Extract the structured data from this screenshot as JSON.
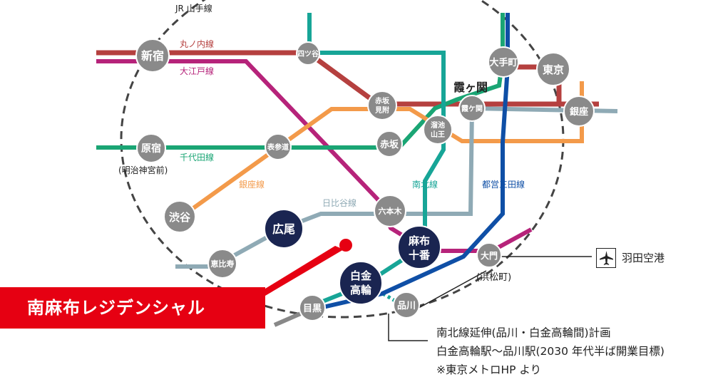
{
  "colors": {
    "yamanote": "#444444",
    "marunouchi": "#b5403f",
    "oedo": "#b6237a",
    "chiyoda": "#1aa574",
    "ginza": "#f39a4a",
    "hibiya": "#8faab5",
    "namboku": "#17a597",
    "mita": "#0f4fa6",
    "station": "#8a8a8a",
    "highlight_station": "#1a2551",
    "banner": "#e60012",
    "marker": "#e60012"
  },
  "lines": {
    "yamanote": "JR 山手線",
    "marunouchi": "丸ノ内線",
    "oedo": "大江戸線",
    "chiyoda": "千代田線",
    "ginza": "銀座線",
    "hibiya": "日比谷線",
    "namboku": "南北線",
    "mita": "都営三田線"
  },
  "stations": {
    "shinjuku": "新宿",
    "yotsuya": "四ツ谷",
    "otemachi": "大手町",
    "tokyo": "東京",
    "akasaka_mitsuke_1": "赤坂",
    "akasaka_mitsuke_2": "見附",
    "kasumigaseki": "霞ケ関",
    "tameike_1": "溜池",
    "tameike_2": "山王",
    "ginza": "銀座",
    "akasaka": "赤坂",
    "omotesando": "表参道",
    "harajuku": "原宿",
    "shibuya": "渋谷",
    "roppongi": "六本木",
    "hiroo": "広尾",
    "azabu_juban_1": "麻布",
    "azabu_juban_2": "十番",
    "ebisu": "恵比寿",
    "shirokane_1": "白金",
    "shirokane_2": "高輪",
    "meguro": "目黒",
    "shinagawa": "品川",
    "daimon": "大門"
  },
  "labels": {
    "kasumigaseki_area": "霞ヶ関",
    "harajuku_sub": "(明治神宮前)",
    "daimon_sub": "(浜松町)"
  },
  "property_name": "南麻布レジデンシャル",
  "airport": {
    "icon": "airplane-icon",
    "label": "羽田空港"
  },
  "note": {
    "line1": "南北線延伸(品川・白金高輪間)計画",
    "line2": "白金高輪駅〜品川駅(2030 年代半ば開業目標)",
    "line3": "※東京メトロHP より"
  }
}
